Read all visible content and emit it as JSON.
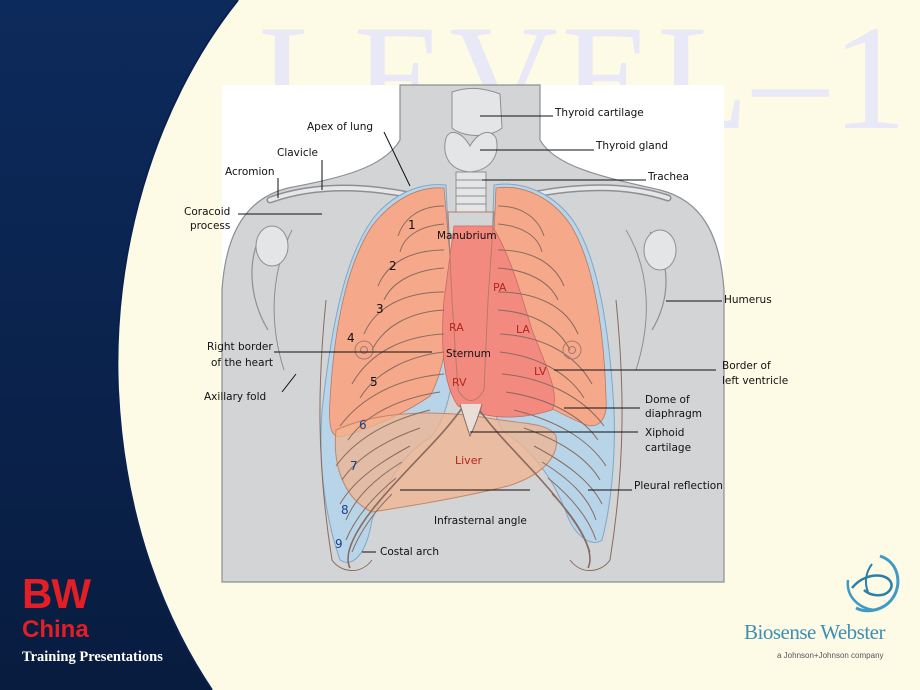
{
  "watermark": "LEVEL–1",
  "brand": {
    "bw": "BW",
    "china": "China",
    "tagline": "Training Presentations",
    "company": "Biosense Webster",
    "parent": "a Johnson+Johnson company"
  },
  "labels": {
    "thyroid_cartilage": "Thyroid cartilage",
    "thyroid_gland": "Thyroid gland",
    "trachea": "Trachea",
    "apex_of_lung": "Apex of lung",
    "clavicle": "Clavicle",
    "acromion": "Acromion",
    "coracoid_1": "Coracoid",
    "coracoid_2": "process",
    "humerus": "Humerus",
    "right_border_1": "Right border",
    "right_border_2": "of the heart",
    "axillary_fold": "Axillary fold",
    "border_lv_1": "Border of",
    "border_lv_2": "left ventricle",
    "dome_1": "Dome of",
    "dome_2": "diaphragm",
    "xiphoid_1": "Xiphoid",
    "xiphoid_2": "cartilage",
    "pleural_reflection": "Pleural reflection",
    "infrasternal_angle": "Infrasternal angle",
    "costal_arch": "Costal arch"
  },
  "organs": {
    "manubrium": "Manubrium",
    "sternum": "Sternum",
    "pa": "PA",
    "ra": "RA",
    "la": "LA",
    "rv": "RV",
    "lv": "LV",
    "liver": "Liver"
  },
  "ribs": [
    "1",
    "2",
    "3",
    "4",
    "5",
    "6",
    "7",
    "8",
    "9"
  ],
  "colors": {
    "navy": "#0d2a5c",
    "lung": "#f5a98a",
    "pleura": "#b8d4e8",
    "heart": "#f38a80",
    "liver": "#f2b48f",
    "body": "#d3d4d6",
    "label_red": "#b3261e",
    "brand_red": "#e31e24",
    "brand_blue": "#3f8fb5"
  }
}
